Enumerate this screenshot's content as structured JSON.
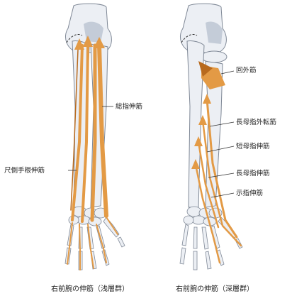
{
  "colors": {
    "muscle": "#E39A45",
    "muscle_dark": "#B86A1E",
    "bone_fill": "#ECEFF4",
    "bone_shade": "#C4CCD8",
    "outline": "#7F8896",
    "leader": "#333333"
  },
  "left_figure": {
    "caption": "右前腕の伸筋（浅層群）",
    "labels": {
      "extensor_digitorum": "総指伸筋",
      "extensor_carpi_ulnaris": "尺側手根伸筋"
    }
  },
  "right_figure": {
    "caption": "右前腕の伸筋（深層群）",
    "labels": {
      "supinator": "回外筋",
      "abductor_pollicis_longus": "長母指外転筋",
      "extensor_pollicis_brevis": "短母指伸筋",
      "extensor_pollicis_longus": "長母指伸筋",
      "extensor_indicis": "示指伸筋"
    }
  }
}
